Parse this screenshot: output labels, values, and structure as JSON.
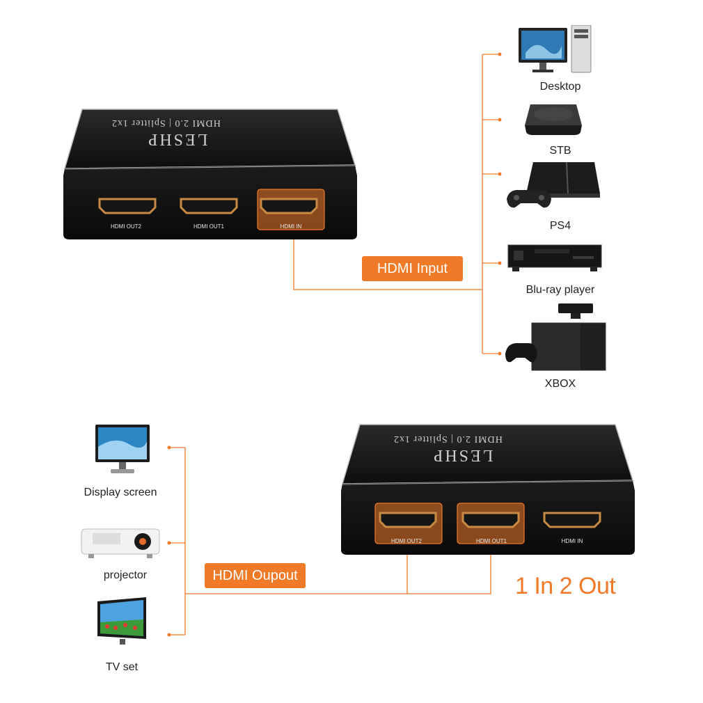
{
  "accent_color": "#f07a28",
  "devices": {
    "brand": "LESHP",
    "model": "HDMI 2.0  |  Splitter 1x2",
    "ports": {
      "out2": "HDMI OUT2",
      "out1": "HDMI OUT1",
      "in": "HDMI IN"
    }
  },
  "input": {
    "badge": "HDMI Input",
    "sources": [
      {
        "label": "Desktop",
        "icon": "desktop-pc-icon"
      },
      {
        "label": "STB",
        "icon": "set-top-box-icon"
      },
      {
        "label": "PS4",
        "icon": "ps4-console-icon"
      },
      {
        "label": "Blu-ray player",
        "icon": "bluray-player-icon"
      },
      {
        "label": "XBOX",
        "icon": "xbox-console-icon"
      }
    ]
  },
  "output": {
    "badge": "HDMI Oupout",
    "targets": [
      {
        "label": "Display screen",
        "icon": "monitor-icon"
      },
      {
        "label": "projector",
        "icon": "projector-icon"
      },
      {
        "label": "TV set",
        "icon": "tv-icon"
      }
    ]
  },
  "headline": "1 In 2 Out"
}
